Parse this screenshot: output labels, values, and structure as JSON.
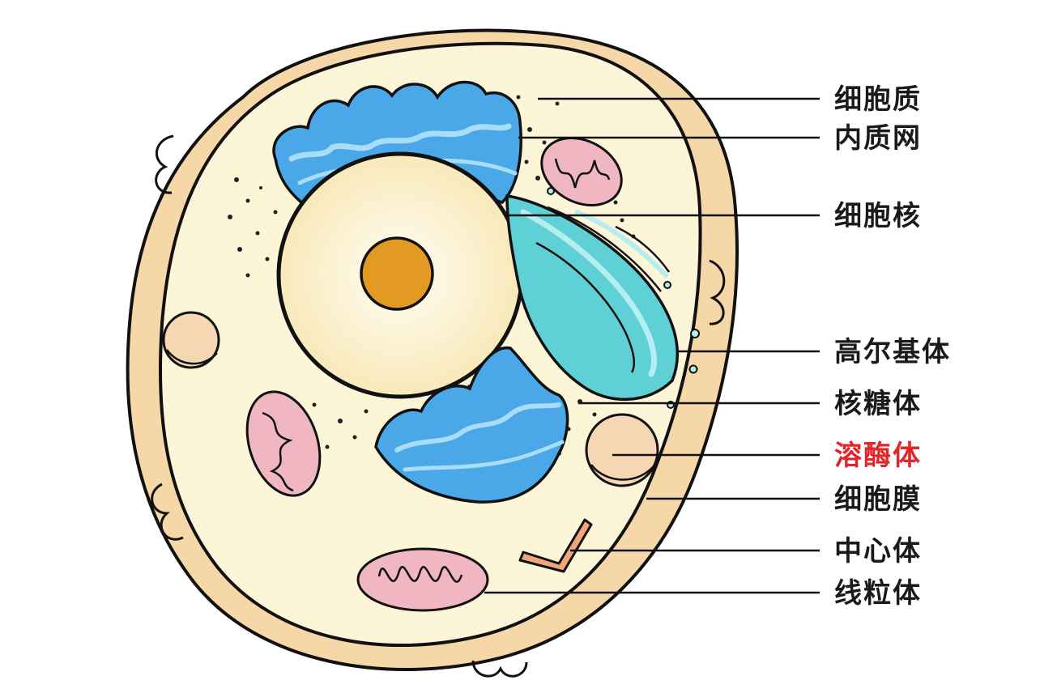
{
  "labels": {
    "cytoplasm": "细胞质",
    "er": "内质网",
    "nucleus": "细胞核",
    "golgi": "高尔基体",
    "ribosome": "核糖体",
    "lysosome": "溶酶体",
    "membrane": "细胞膜",
    "centrosome": "中心体",
    "mitochondria": "线粒体"
  },
  "colors": {
    "label_text": "#1a1a1a",
    "highlight_label": "#e0262a",
    "outline": "#111111",
    "membrane_outer": "#f6d8a8",
    "cytoplasm_fill": "#fcf5d8",
    "nucleus_fill": "#fbeec7",
    "nucleolus_fill": "#e39a23",
    "er_fill": "#4aa8e8",
    "er_light": "#a9dcf7",
    "golgi_fill": "#5fd0d6",
    "golgi_light": "#b4eef0",
    "mitochondria_fill": "#f0b7c2",
    "lysosome_fill": "#f6d7b4",
    "centrosome_fill": "#f0a57a"
  }
}
